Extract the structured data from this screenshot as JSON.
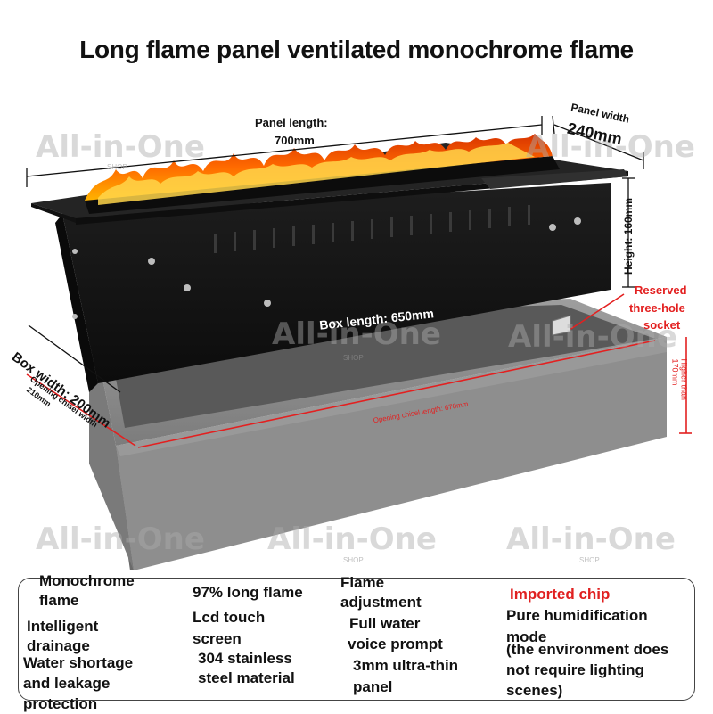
{
  "title": "Long flame panel ventilated monochrome flame",
  "watermark": {
    "text": "All-in-One",
    "sub": "SHOP"
  },
  "dimensions": {
    "panel_length_label": "Panel length:",
    "panel_length_value": "700mm",
    "panel_width_label": "Panel width",
    "panel_width_value": "240mm",
    "height": "Height: 160mm",
    "box_length": "Box length: 650mm",
    "box_width": "Box width: 200mm",
    "opening_chisel_width": "Opening chisel width",
    "opening_chisel_width_value": "210mm",
    "opening_chisel_length": "Opening chisel length: 670mm",
    "higher_than": "Higher than 170mm",
    "socket_line1": "Reserved",
    "socket_line2": "three-hole",
    "socket_line3": "socket"
  },
  "features": {
    "col1": [
      "Monochrome",
      "flame",
      "Intelligent",
      "drainage",
      "Water shortage",
      "and leakage",
      "protection"
    ],
    "col2": [
      "97% long flame",
      "Lcd touch",
      "screen",
      "304 stainless",
      "steel material"
    ],
    "col3": [
      "Flame",
      "adjustment",
      "Full water",
      "voice prompt",
      "3mm ultra-thin",
      "panel"
    ],
    "col4_red": "Imported chip",
    "col4": [
      "Pure humidification",
      "mode",
      "(the environment does",
      "not require lighting",
      "scenes)"
    ]
  },
  "colors": {
    "accent_red": "#e32020",
    "frame_gray": "#8a8a8a",
    "product_black": "#161616"
  }
}
